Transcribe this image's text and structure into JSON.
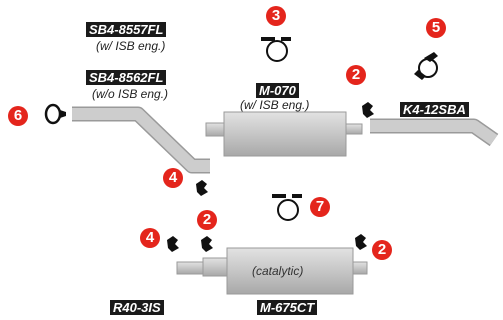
{
  "parts": {
    "front_pipe": {
      "part_a": "SB4-8557FL",
      "note_a": "(w/ ISB eng.)",
      "part_b": "SB4-8562FL",
      "note_b": "(w/o ISB eng.)"
    },
    "muffler": {
      "part": "M-070",
      "note": "(w/ ISB eng.)"
    },
    "tail_pipe": {
      "part": "K4-12SBA"
    },
    "converter": {
      "part": "M-675CT",
      "inner": "(catalytic)"
    },
    "inlet_pipe": {
      "part": "R40-3IS"
    }
  },
  "callouts": {
    "c2a": "2",
    "c2b": "2",
    "c2c": "2",
    "c3": "3",
    "c4a": "4",
    "c4b": "4",
    "c5": "5",
    "c6": "6",
    "c7": "7"
  },
  "icons": [
    "clamp-icon",
    "hanger-icon",
    "gasket-icon"
  ],
  "colors": {
    "pipe": "#c4c4c4",
    "pipe_edge": "#9a9a9a",
    "label_bg": "#1a1a1a",
    "callout": "#e4251c"
  }
}
